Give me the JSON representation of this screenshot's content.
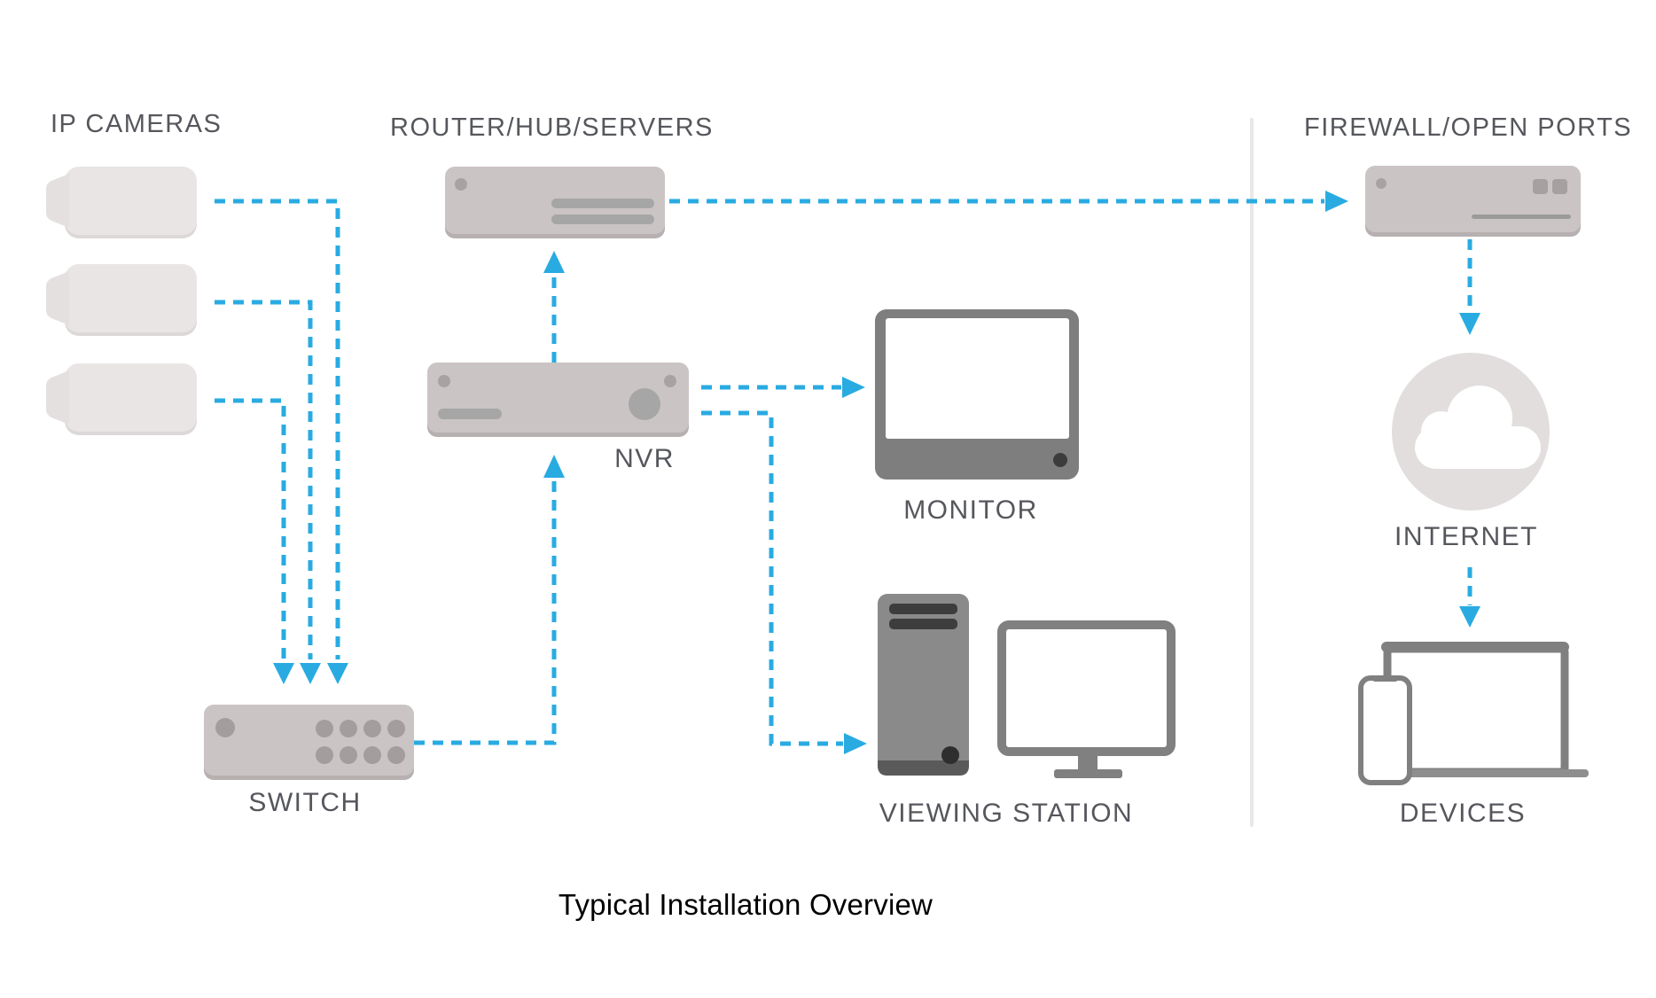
{
  "caption": "Typical Installation Overview",
  "nodes": {
    "ip_cameras": {
      "label": "IP CAMERAS"
    },
    "router": {
      "label": "ROUTER/HUB/SERVERS"
    },
    "nvr": {
      "label": "NVR"
    },
    "switch": {
      "label": "SWITCH"
    },
    "monitor": {
      "label": "MONITOR"
    },
    "viewing_station": {
      "label": "VIEWING STATION"
    },
    "firewall": {
      "label": "FIREWALL/OPEN PORTS"
    },
    "internet": {
      "label": "INTERNET"
    },
    "devices": {
      "label": "DEVICES"
    }
  },
  "connections": [
    {
      "from": "ip-camera-1",
      "to": "switch"
    },
    {
      "from": "ip-camera-2",
      "to": "switch"
    },
    {
      "from": "ip-camera-3",
      "to": "switch"
    },
    {
      "from": "switch",
      "to": "nvr"
    },
    {
      "from": "nvr",
      "to": "router"
    },
    {
      "from": "router",
      "to": "firewall"
    },
    {
      "from": "nvr",
      "to": "monitor"
    },
    {
      "from": "nvr",
      "to": "viewing-station"
    },
    {
      "from": "firewall",
      "to": "internet"
    },
    {
      "from": "internet",
      "to": "devices"
    }
  ],
  "colors": {
    "accent_blue": "#29ABE2",
    "device_fill": "#CBC4C4",
    "device_shadow": "#B7B0B0",
    "camera_fill": "#E9E5E5",
    "detail_gray": "#A6A0A0",
    "dark_device": "#8A8A8A",
    "outline_gray": "#808080",
    "label_gray": "#55575C",
    "divider": "#E9E7E7",
    "internet_circle": "#E2DEDE"
  }
}
